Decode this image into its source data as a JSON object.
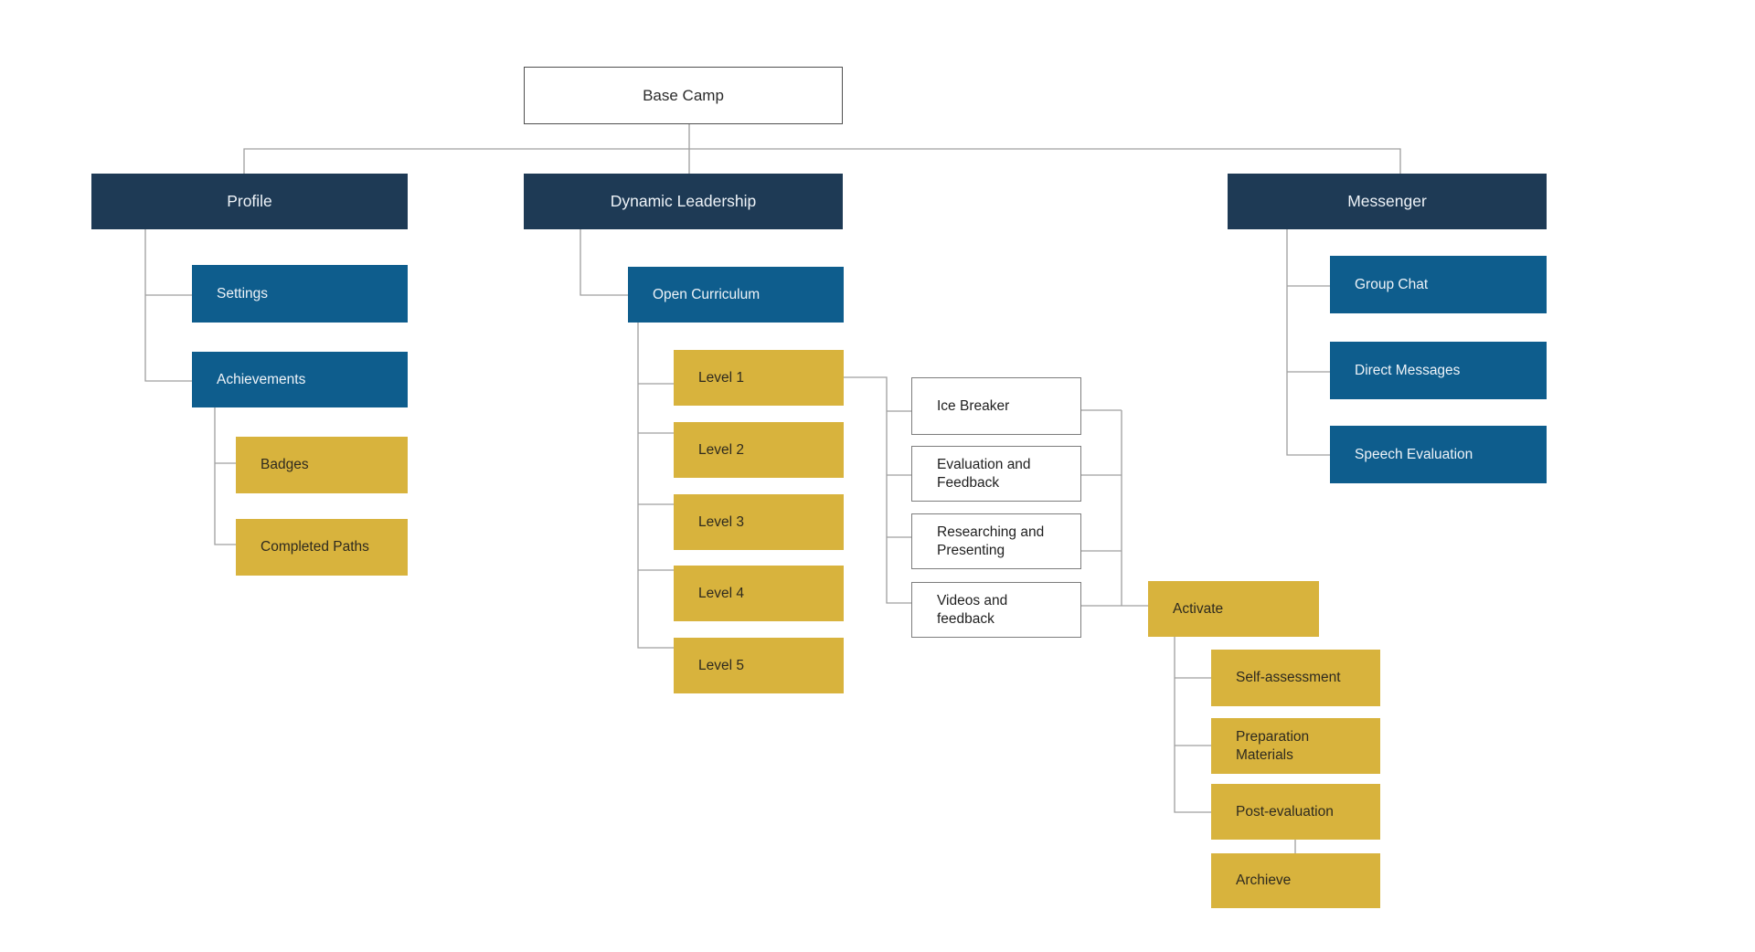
{
  "diagram_title": "Base Camp site map diagram",
  "colors": {
    "primary_navy": "#1e3a55",
    "secondary_teal": "#0e5d8d",
    "accent_gold": "#d8b33d",
    "root_border": "#4f4f4f",
    "plain_border": "#7d7d7d",
    "connector": "#9f9f9f",
    "text_dark": "#2b2b2b",
    "text_on_accent": "#2e2a1f",
    "text_light": "#eef3f8"
  },
  "nodes": {
    "base_camp": {
      "label": "Base Camp",
      "variant": "root"
    },
    "profile": {
      "label": "Profile",
      "variant": "primary"
    },
    "dynamic_leadership": {
      "label": "Dynamic Leadership",
      "variant": "primary"
    },
    "messenger": {
      "label": "Messenger",
      "variant": "primary"
    },
    "settings": {
      "label": "Settings",
      "variant": "secondary"
    },
    "achievements": {
      "label": "Achievements",
      "variant": "secondary"
    },
    "badges": {
      "label": "Badges",
      "variant": "accent"
    },
    "completed_paths": {
      "label": "Completed Paths",
      "variant": "accent"
    },
    "open_curriculum": {
      "label": "Open Curriculum",
      "variant": "secondary"
    },
    "level_1": {
      "label": "Level 1",
      "variant": "accent"
    },
    "level_2": {
      "label": "Level 2",
      "variant": "accent"
    },
    "level_3": {
      "label": "Level 3",
      "variant": "accent"
    },
    "level_4": {
      "label": "Level 4",
      "variant": "accent"
    },
    "level_5": {
      "label": "Level 5",
      "variant": "accent"
    },
    "ice_breaker": {
      "label": "Ice Breaker",
      "variant": "plain"
    },
    "evaluation_and_feedback": {
      "label": "Evaluation and Feedback",
      "variant": "plain"
    },
    "researching_and_presenting": {
      "label": "Researching and Presenting",
      "variant": "plain"
    },
    "videos_and_feedback": {
      "label": "Videos and feedback",
      "variant": "plain"
    },
    "activate": {
      "label": "Activate",
      "variant": "accent"
    },
    "self_assessment": {
      "label": "Self-assessment",
      "variant": "accent"
    },
    "preparation_materials": {
      "label": "Preparation Materials",
      "variant": "accent"
    },
    "post_evaluation": {
      "label": "Post-evaluation",
      "variant": "accent"
    },
    "archieve": {
      "label": "Archieve",
      "variant": "accent"
    },
    "group_chat": {
      "label": "Group Chat",
      "variant": "secondary"
    },
    "direct_messages": {
      "label": "Direct Messages",
      "variant": "secondary"
    },
    "speech_evaluation": {
      "label": "Speech Evaluation",
      "variant": "secondary"
    }
  },
  "edges": [
    [
      "Base Camp",
      "Profile"
    ],
    [
      "Base Camp",
      "Dynamic Leadership"
    ],
    [
      "Base Camp",
      "Messenger"
    ],
    [
      "Profile",
      "Settings"
    ],
    [
      "Profile",
      "Achievements"
    ],
    [
      "Achievements",
      "Badges"
    ],
    [
      "Achievements",
      "Completed Paths"
    ],
    [
      "Dynamic Leadership",
      "Open Curriculum"
    ],
    [
      "Open Curriculum",
      "Level 1"
    ],
    [
      "Open Curriculum",
      "Level 2"
    ],
    [
      "Open Curriculum",
      "Level 3"
    ],
    [
      "Open Curriculum",
      "Level 4"
    ],
    [
      "Open Curriculum",
      "Level 5"
    ],
    [
      "Level 1",
      "Ice Breaker"
    ],
    [
      "Level 1",
      "Evaluation and Feedback"
    ],
    [
      "Level 1",
      "Researching and Presenting"
    ],
    [
      "Level 1",
      "Videos and feedback"
    ],
    [
      "Ice Breaker",
      "Activate"
    ],
    [
      "Evaluation and Feedback",
      "Activate"
    ],
    [
      "Researching and Presenting",
      "Activate"
    ],
    [
      "Videos and feedback",
      "Activate"
    ],
    [
      "Activate",
      "Self-assessment"
    ],
    [
      "Activate",
      "Preparation Materials"
    ],
    [
      "Activate",
      "Post-evaluation"
    ],
    [
      "Post-evaluation",
      "Archieve"
    ],
    [
      "Messenger",
      "Group Chat"
    ],
    [
      "Messenger",
      "Direct Messages"
    ],
    [
      "Messenger",
      "Speech Evaluation"
    ]
  ]
}
